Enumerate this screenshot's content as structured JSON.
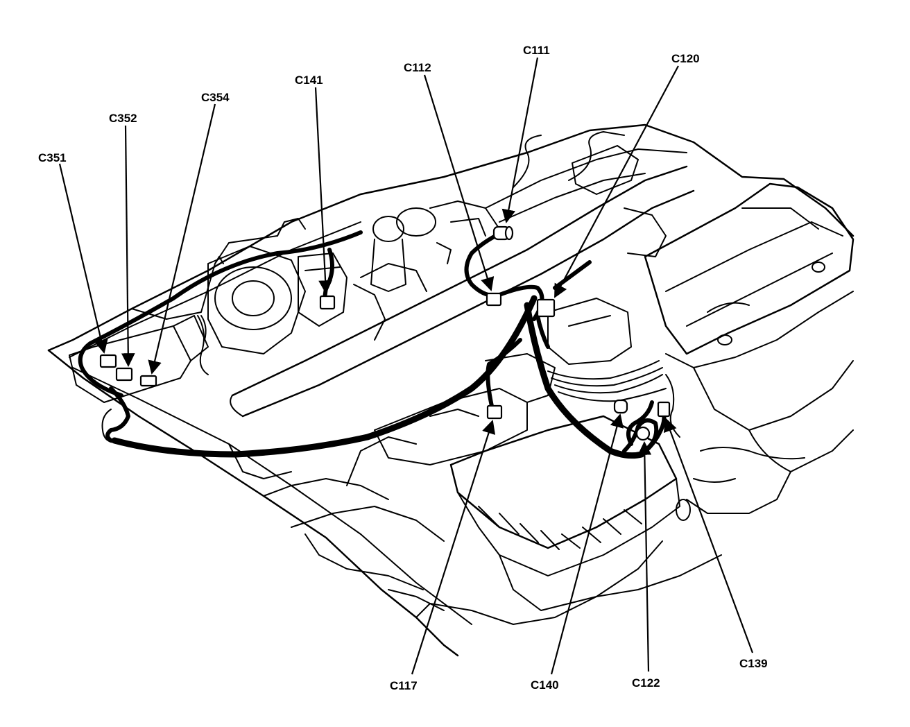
{
  "connectors": [
    {
      "id": "c351",
      "label": "C351"
    },
    {
      "id": "c352",
      "label": "C352"
    },
    {
      "id": "c354",
      "label": "C354"
    },
    {
      "id": "c141",
      "label": "C141"
    },
    {
      "id": "c112",
      "label": "C112"
    },
    {
      "id": "c111",
      "label": "C111"
    },
    {
      "id": "c120",
      "label": "C120"
    },
    {
      "id": "c117",
      "label": "C117"
    },
    {
      "id": "c140",
      "label": "C140"
    },
    {
      "id": "c122",
      "label": "C122"
    },
    {
      "id": "c139",
      "label": "C139"
    }
  ],
  "colors": {
    "line": "#000000",
    "background": "#ffffff"
  }
}
